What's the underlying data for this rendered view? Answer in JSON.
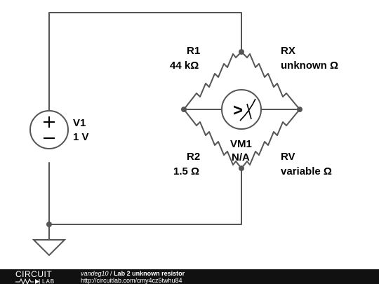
{
  "components": {
    "v1": {
      "name": "V1",
      "value": "1 V",
      "plus": "+",
      "minus": "−"
    },
    "r1": {
      "name": "R1",
      "value": "44 kΩ"
    },
    "rx": {
      "name": "RX",
      "value": "unknown Ω"
    },
    "r2": {
      "name": "R2",
      "value": "1.5 Ω"
    },
    "rv": {
      "name": "RV",
      "value": "variable Ω"
    },
    "vm1": {
      "name": "VM1",
      "value": "N/A",
      "glyph": ">"
    }
  },
  "footer": {
    "logo_top": "CIRCUIT",
    "logo_bottom": "LAB",
    "author": "vandeg10",
    "separator": " / ",
    "title": "Lab 2 unknown resistor",
    "url": "http://circuitlab.com/cmy4cz5twhu84"
  },
  "colors": {
    "wire": "#555555",
    "footer_bg": "#111111",
    "footer_text": "#ffffff",
    "label": "#000000"
  },
  "icons": [
    "dc-voltage-source-icon",
    "resistor-icon",
    "voltmeter-icon",
    "ground-icon",
    "circuitlab-logo-icon"
  ]
}
